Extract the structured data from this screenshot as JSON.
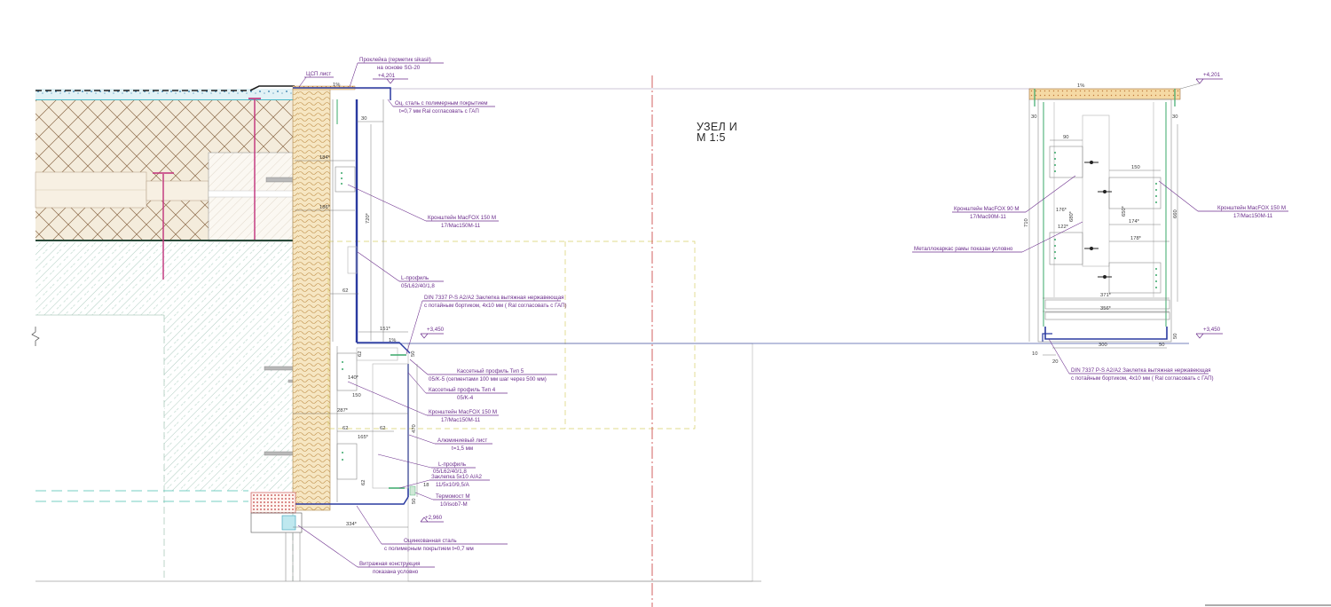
{
  "colors": {
    "label": "#6b2d8c",
    "profile": "#2a3aa0",
    "hatch": "#5f9f86",
    "insulation": "#9a7b5a",
    "center_line": "#c83a3a",
    "guide": "#d8cf6a"
  },
  "title": {
    "node": "УЗЕЛ И",
    "scale": "М 1:5"
  },
  "left": {
    "tsp": "ЦСП лист",
    "sealant_1": "Проклейка (герметик sikasil)",
    "sealant_2": "на основе SG-20",
    "level_top": "+4,201",
    "slope_top": "1%",
    "steel_1": "Оц. сталь с полимерным покрытием",
    "steel_2": "t=0,7 мм Ral согласовать с ГАП",
    "bracket1_1": "Кронштейн MacFOX 150 M",
    "bracket1_2": "17/Mac150M-11",
    "lprofile1_1": "L-профиль",
    "lprofile1_2": "05/L62/40/1,8",
    "rivet_1": "DIN 7337 P-S A2/A2 Заклепка вытяжная нержавеющая",
    "rivet_2": "с потайным бортиком, 4х10 мм ( Ral согласовать с ГАП)",
    "level_mid": "+3,450",
    "slope_mid": "1%",
    "cassette5_1": "Кассетный профиль Тип 5",
    "cassette5_2": "05/K-5 (сегментами 100 мм шаг через 500 мм)",
    "cassette4_1": "Кассетный профиль Тип 4",
    "cassette4_2": "05/K-4",
    "bracket2_1": "Кронштейн MacFOX 150 M",
    "bracket2_2": "17/Mac150M-11",
    "alu_1": "Алюминиевый лист",
    "alu_2": "t=1,5 мм",
    "lprofile2_1": "L-профиль",
    "lprofile2_2": "05/L62/40/1,8",
    "rivet2_1": "Заклепка 5х10 A/A2",
    "rivet2_2": "11/5х10/9,5/A",
    "thermo_1": "Термомост M",
    "thermo_2": "10/isob7-M",
    "level_bot": "+2,960",
    "galv_1": "Оцинкованная сталь",
    "galv_2": "с полимерным покрытием t=0,7 мм",
    "glazing_1": "Витражная конструкция",
    "glazing_2": "показана условно",
    "dims": [
      "30",
      "184*",
      "186*",
      "720*",
      "62",
      "151*",
      "62",
      "50",
      "140*",
      "150",
      "287*",
      "62",
      "62",
      "165*",
      "470",
      "62",
      "18",
      "50",
      "334*"
    ]
  },
  "right": {
    "level_top": "+4,201",
    "slope_top": "1%",
    "bracket90_1": "Кронштейн MacFOX 90 M",
    "bracket90_2": "17/Mac90M-11",
    "bracket150_1": "Кронштейн MacFOX 150 M",
    "bracket150_2": "17/Mac150M-11",
    "frame_note": "Металлокаркас рамы показан условно",
    "level_mid": "+3,450",
    "rivet_1": "DIN 7337 P-S A2/A2 Заклепка вытяжная нержавеющая",
    "rivet_2": "с потайным бортиком, 4х10 мм ( Ral согласовать с ГАП)",
    "dims": [
      "30",
      "30",
      "90",
      "150",
      "176*",
      "680*",
      "650*",
      "660",
      "710",
      "174*",
      "122*",
      "178*",
      "371*",
      "356*",
      "50",
      "300",
      "50",
      "10",
      "20"
    ]
  }
}
